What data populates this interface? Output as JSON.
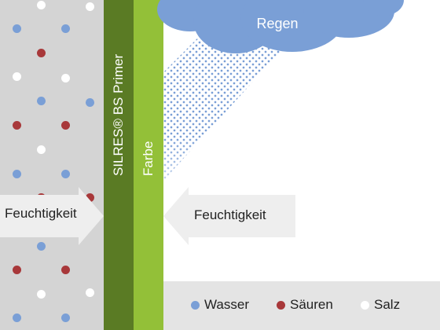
{
  "layers": {
    "primer_label": "SILRES® BS Primer",
    "paint_label": "Farbe"
  },
  "cloud": {
    "label": "Regen"
  },
  "arrows": {
    "inside_label": "Feuchtigkeit",
    "outside_label": "Feuchtigkeit"
  },
  "legend": {
    "water_label": "Wasser",
    "acid_label": "Säuren",
    "salt_label": "Salz"
  },
  "colors": {
    "masonry": "#d4d4d4",
    "primer": "#5a7b24",
    "paint": "#93c038",
    "cloud": "#7a9fd6",
    "water": "#7a9fd6",
    "acid": "#a8383a",
    "salt": "#ffffff",
    "legend_background": "#e4e4e4"
  }
}
